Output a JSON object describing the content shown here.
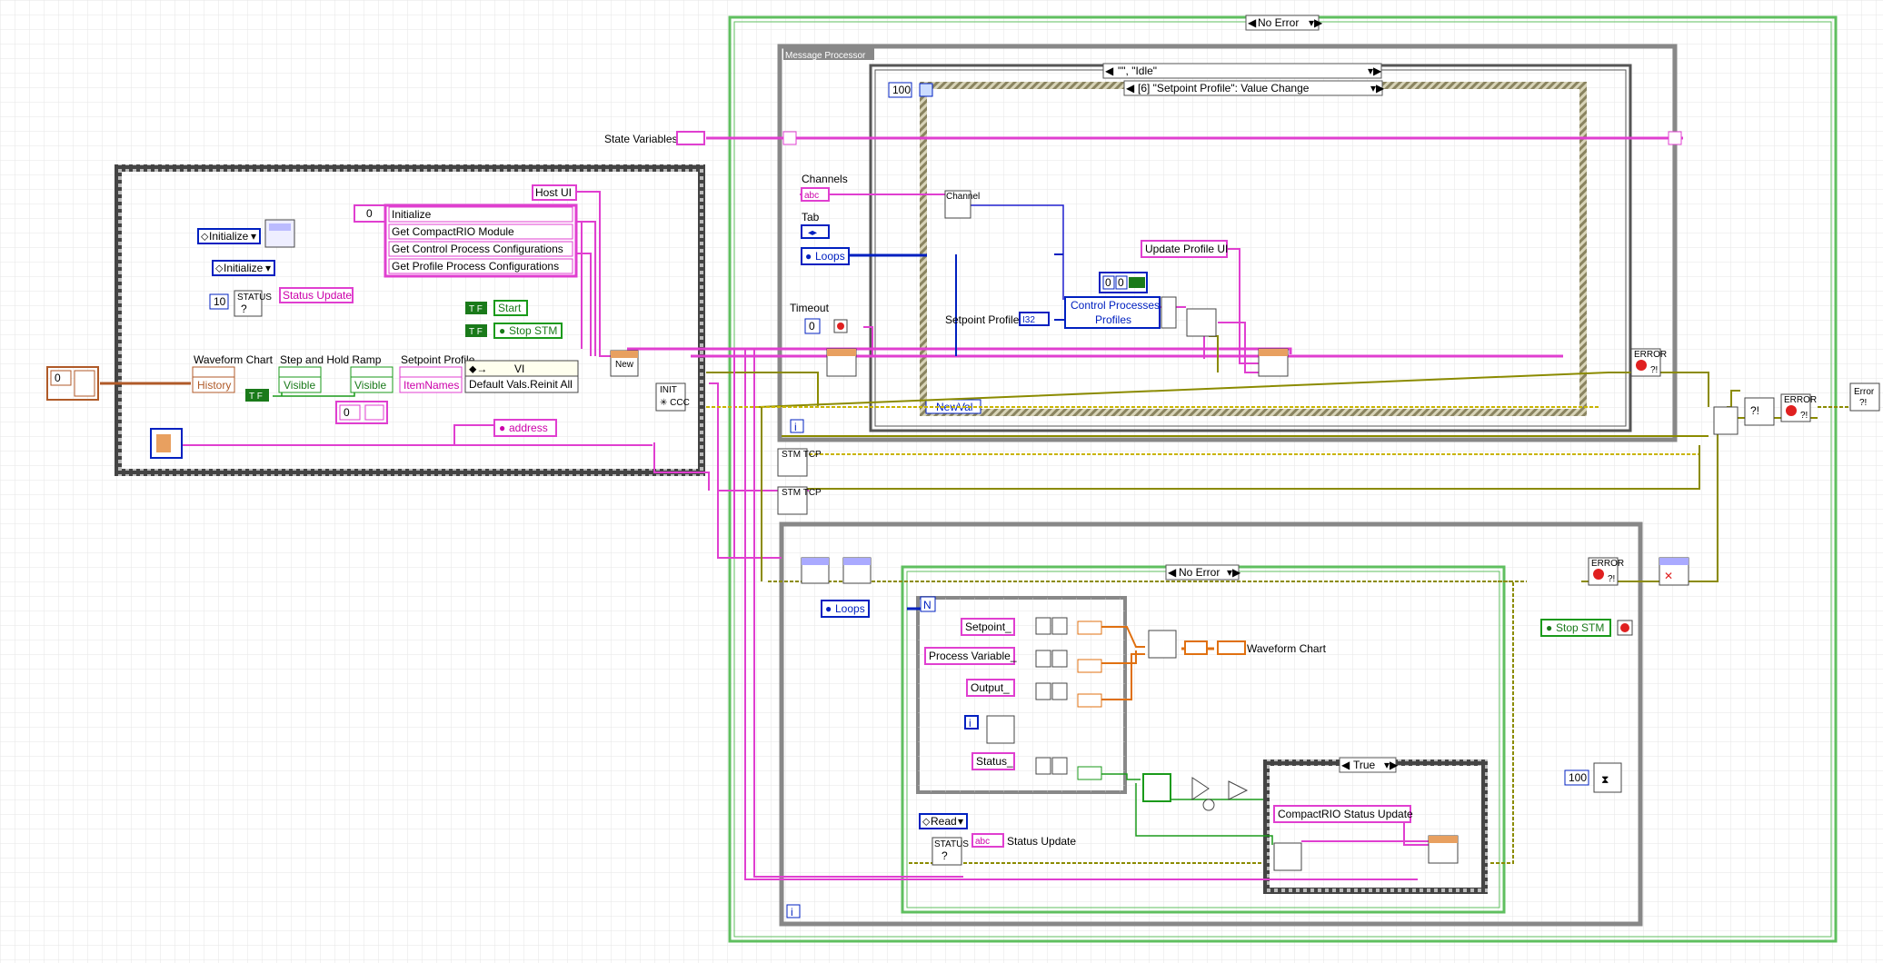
{
  "outer_case": {
    "selector": "No Error"
  },
  "message_processor": {
    "title": "Message Processor",
    "state_case": "\"\", \"Idle\"",
    "event_case": "[6] \"Setpoint Profile\": Value Change",
    "timeout_const": "100",
    "newval": "NewVal",
    "iter": "i"
  },
  "labels": {
    "state_variables": "State Variables",
    "channels": "Channels",
    "tab": "Tab",
    "timeout": "Timeout",
    "setpoint_profile": "Setpoint Profile",
    "waveform_chart": "Waveform Chart",
    "step_and_hold_ramp": "Step and Hold Ramp",
    "setpoint_profile_node": "Setpoint Profile",
    "status_update": "Status Update",
    "waveform_chart_out": "Waveform Chart"
  },
  "init_panel": {
    "initialize_enum_1": "Initialize",
    "initialize_enum_2": "Initialize",
    "status_const": "10",
    "status_update_str": "Status Update",
    "index_const": "0",
    "array_items": [
      "Initialize",
      "Get CompactRIO Module",
      "Get Control Process Configurations",
      "Get Profile Process Configurations"
    ],
    "host_ui": "Host UI",
    "start": "Start",
    "stop_stm": "Stop STM",
    "history": "History",
    "visible_1": "Visible",
    "visible_2": "Visible",
    "item_names": "ItemNames",
    "vi": "VI",
    "default_vals": "Default Vals.Reinit All",
    "address": "address",
    "left_const": "0",
    "array_const_2": "0",
    "new_node": "New"
  },
  "event_panel": {
    "loops": "Loops",
    "array_const": [
      "0",
      "0"
    ],
    "control_processes": "Control Processes",
    "profiles": "Profiles",
    "update_profile_ui": "Update Profile UI",
    "timeout_const": "0"
  },
  "bottom_loop": {
    "case_selector": "No Error",
    "loops": "Loops",
    "setpoint": "Setpoint_",
    "process_variable": "Process Variable_",
    "output": "Output_",
    "status": "Status_",
    "read_enum": "Read",
    "true_case": "True",
    "crio_status_update": "CompactRIO Status Update",
    "wait_const": "100",
    "stop_stm": "Stop STM",
    "n_term": "N",
    "i_term": "i",
    "iter_term": "i"
  }
}
